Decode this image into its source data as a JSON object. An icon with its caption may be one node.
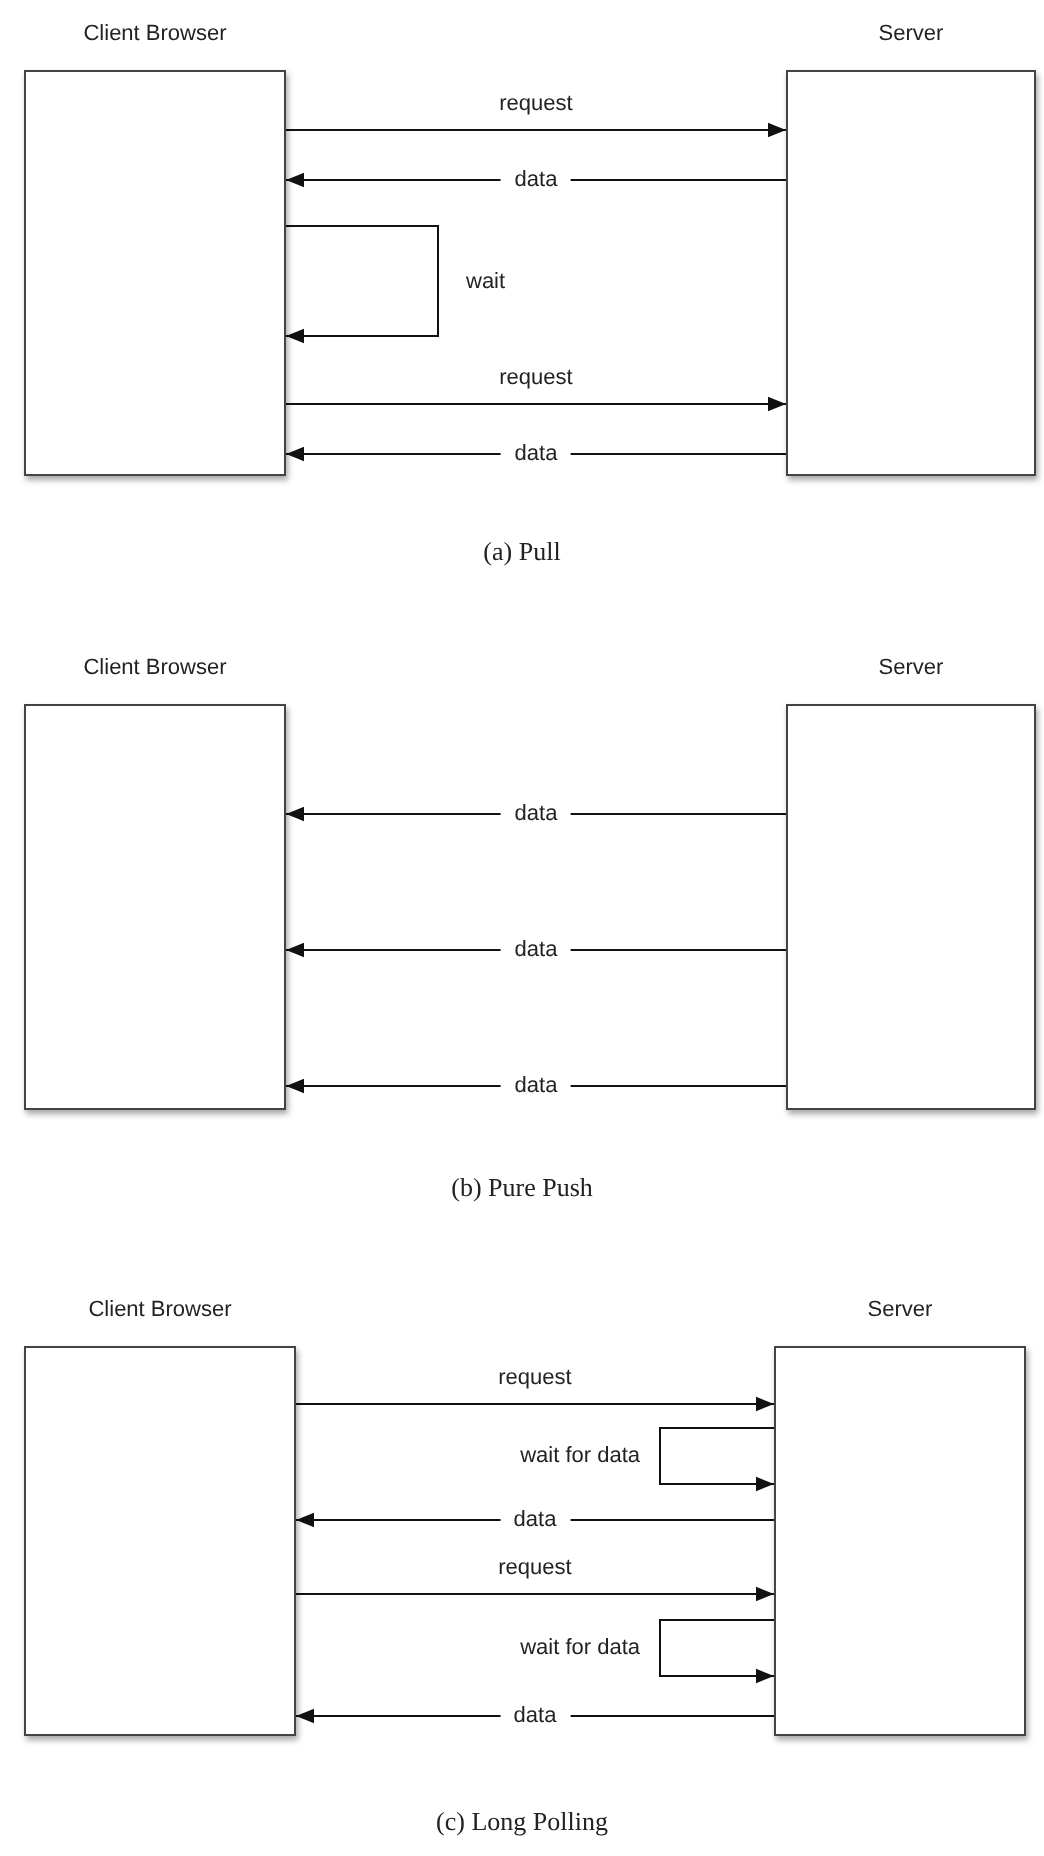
{
  "diagram": {
    "nodes": [
      {
        "text": [
          "Client Browser"
        ]
      },
      {
        "text": [
          "Server"
        ]
      },
      {
        "text": [
          "Client Browser"
        ]
      },
      {
        "text": [
          "Server"
        ]
      },
      {
        "text": [
          "Client Browser"
        ]
      },
      {
        "text": [
          "Server"
        ]
      }
    ],
    "edges": [
      {
        "from": 0,
        "to": 1,
        "arrow": "to",
        "label": "request"
      },
      {
        "from": 1,
        "to": 0,
        "arrow": "to",
        "label": "data"
      },
      {
        "from": 0,
        "to": 0,
        "arrow": "to",
        "label": "wait"
      },
      {
        "from": 0,
        "to": 1,
        "arrow": "to",
        "label": "request"
      },
      {
        "from": 1,
        "to": 0,
        "arrow": "to",
        "label": "data"
      },
      {
        "from": 3,
        "to": 2,
        "arrow": "to",
        "label": "data"
      },
      {
        "from": 3,
        "to": 2,
        "arrow": "to",
        "label": "data"
      },
      {
        "from": 3,
        "to": 2,
        "arrow": "to",
        "label": "data"
      },
      {
        "from": 4,
        "to": 5,
        "arrow": "to",
        "label": "request"
      },
      {
        "from": 5,
        "to": 5,
        "arrow": "to",
        "label": "wait for data"
      },
      {
        "from": 5,
        "to": 4,
        "arrow": "to",
        "label": "data"
      },
      {
        "from": 4,
        "to": 5,
        "arrow": "to",
        "label": "request"
      },
      {
        "from": 5,
        "to": 5,
        "arrow": "to",
        "label": "wait for data"
      },
      {
        "from": 5,
        "to": 4,
        "arrow": "to",
        "label": "data"
      }
    ],
    "labels": [
      "(a) Pull",
      "(b) Pure Push",
      "(c) Long Polling"
    ]
  }
}
